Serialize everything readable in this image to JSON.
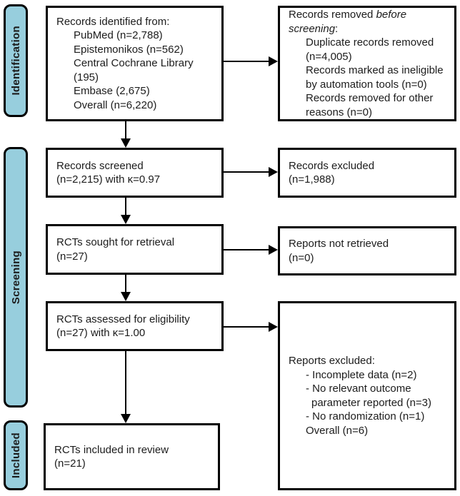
{
  "diagram_type": "prisma-flow-diagram",
  "colors": {
    "stage_fill": "#97cedd",
    "border": "#000000",
    "background": "#ffffff",
    "text": "#1c1c1c"
  },
  "stages": {
    "identification": {
      "label": "Identification"
    },
    "screening": {
      "label": "Screening"
    },
    "included": {
      "label": "Included"
    }
  },
  "boxes": {
    "identified": {
      "lines": [
        "Records identified from:",
        "PubMed (n=2,788)",
        "Epistemonikos (n=562)",
        "Central Cochrane Library",
        "(195)",
        "Embase (2,675)",
        "Overall (n=6,220)"
      ]
    },
    "removed": {
      "l1_normal": "Records removed ",
      "l1_italic": "before",
      "l2_italic": "screening",
      "l2_normal": ":",
      "items": [
        "Duplicate records removed",
        "(n=4,005)",
        "Records marked as ineligible",
        "by automation tools (n=0)",
        "Records removed for other",
        "reasons (n=0)"
      ]
    },
    "screened": {
      "lines": [
        "Records screened",
        "(n=2,215) with κ=0.97"
      ]
    },
    "records_excluded": {
      "lines": [
        "Records excluded",
        "(n=1,988)"
      ]
    },
    "sought": {
      "lines": [
        "RCTs sought for retrieval",
        "(n=27)"
      ]
    },
    "not_retrieved": {
      "lines": [
        "Reports not retrieved",
        "(n=0)"
      ]
    },
    "assessed": {
      "lines": [
        "RCTs assessed for eligibility",
        "(n=27) with κ=1.00"
      ]
    },
    "reports_excluded": {
      "lines": [
        "Reports excluded:",
        "- Incomplete data (n=2)",
        "- No relevant outcome",
        "parameter reported (n=3)",
        "- No randomization (n=1)",
        "Overall (n=6)"
      ]
    },
    "included_review": {
      "lines": [
        "RCTs included in review",
        "(n=21)"
      ]
    }
  }
}
